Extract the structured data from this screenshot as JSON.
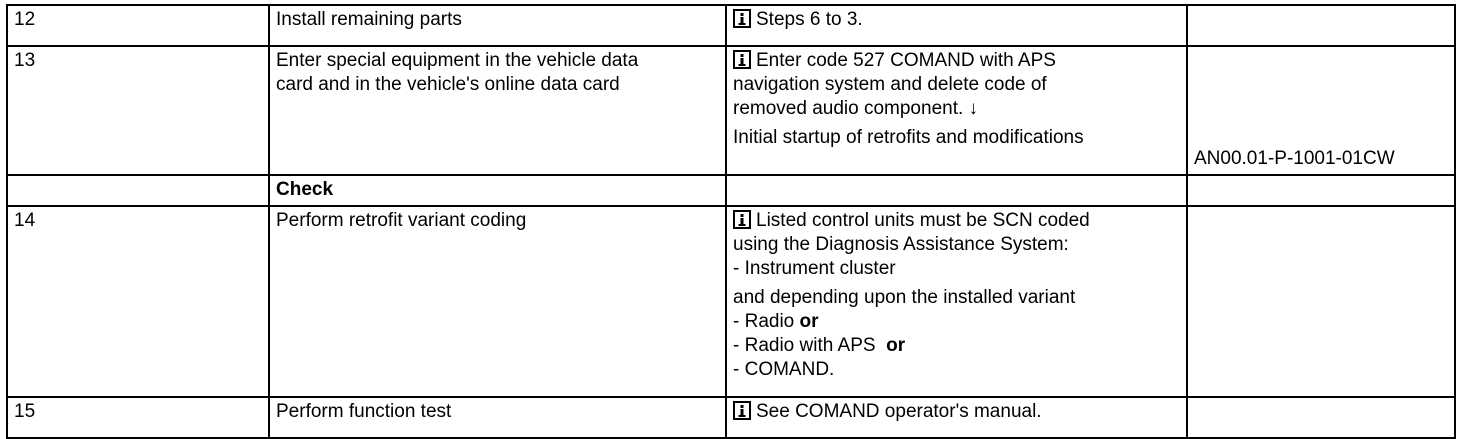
{
  "document": {
    "type": "service-procedure-table",
    "icon_name": "info-icon"
  },
  "table": {
    "columns": [
      "step-number",
      "task-description",
      "note",
      "document-reference"
    ],
    "rows": [
      {
        "id": "row-12",
        "step": "12",
        "task": "Install remaining parts",
        "note_has_icon": true,
        "note_lines": [
          "Steps 6 to 3."
        ],
        "reference": ""
      },
      {
        "id": "row-13",
        "step": "13",
        "task_lines": [
          "Enter special equipment in the vehicle data",
          "card and in the vehicle's online data card"
        ],
        "note_has_icon": true,
        "note_lines": [
          "Enter code 527 COMAND with APS",
          "navigation system and delete code of",
          "removed audio component. ↓"
        ],
        "note_paragraph2": "Initial startup of retrofits and modifications",
        "reference": "AN00.01-P-1001-01CW"
      },
      {
        "id": "row-check",
        "step": "",
        "task": "Check",
        "task_bold": true,
        "note_has_icon": false,
        "note_lines": [],
        "reference": ""
      },
      {
        "id": "row-14",
        "step": "14",
        "task": "Perform retrofit variant coding",
        "note_has_icon": true,
        "note_lines": [
          "Listed control units must be SCN coded",
          "using the Diagnosis Assistance System:",
          "- Instrument cluster"
        ],
        "note_paragraph2_lines": [
          "and depending upon the installed variant"
        ],
        "note_bullets": [
          {
            "text": "- Radio ",
            "emphasis": "or"
          },
          {
            "text": "- Radio with APS ",
            "emphasis": " or"
          },
          {
            "text": "- COMAND.",
            "emphasis": ""
          }
        ],
        "reference": ""
      },
      {
        "id": "row-15",
        "step": "15",
        "task": "Perform function test",
        "note_has_icon": true,
        "note_lines": [
          "See COMAND operator's manual."
        ],
        "reference": ""
      }
    ]
  }
}
